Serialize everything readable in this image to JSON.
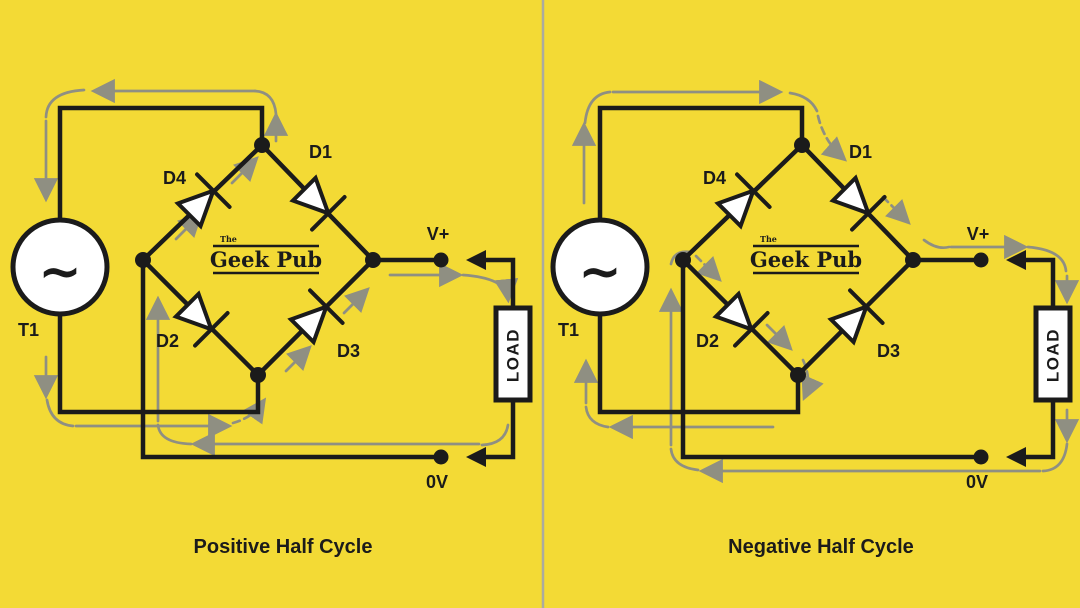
{
  "title": "Bridge rectifier half-cycle diagram",
  "colors": {
    "background": "#F3DA35",
    "line": "#1B1B1B",
    "arrow_gray": "#8F8F82",
    "divider": "#ABABA0",
    "component_fill": "#FFFFFF"
  },
  "panels": [
    {
      "id": "positive",
      "caption": "Positive Half Cycle",
      "source_label": "T1",
      "source_symbol": "~",
      "diodes": {
        "d1": "D1",
        "d2": "D2",
        "d3": "D3",
        "d4": "D4"
      },
      "terminals": {
        "positive": "V+",
        "ground": "0V"
      },
      "load_label": "LOAD",
      "logo": {
        "prefix": "The",
        "name": "Geek Pub"
      }
    },
    {
      "id": "negative",
      "caption": "Negative Half Cycle",
      "source_label": "T1",
      "source_symbol": "~",
      "diodes": {
        "d1": "D1",
        "d2": "D2",
        "d3": "D3",
        "d4": "D4"
      },
      "terminals": {
        "positive": "V+",
        "ground": "0V"
      },
      "load_label": "LOAD",
      "logo": {
        "prefix": "The",
        "name": "Geek Pub"
      }
    }
  ]
}
